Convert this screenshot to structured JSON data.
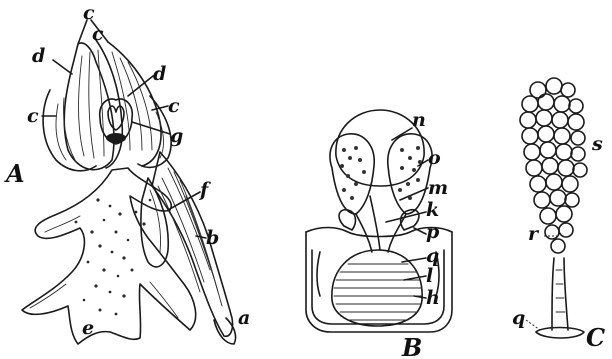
{
  "figures": {
    "A": {
      "title": "A",
      "labels": [
        "c",
        "c",
        "d",
        "d",
        "c",
        "c",
        "g",
        "f",
        "b",
        "a",
        "e"
      ]
    },
    "B": {
      "title": "B",
      "labels": [
        "n",
        "o",
        "m",
        "k",
        "p",
        "q",
        "l",
        "h"
      ]
    },
    "C": {
      "title": "C",
      "labels": [
        "s",
        "r",
        "q"
      ]
    }
  }
}
